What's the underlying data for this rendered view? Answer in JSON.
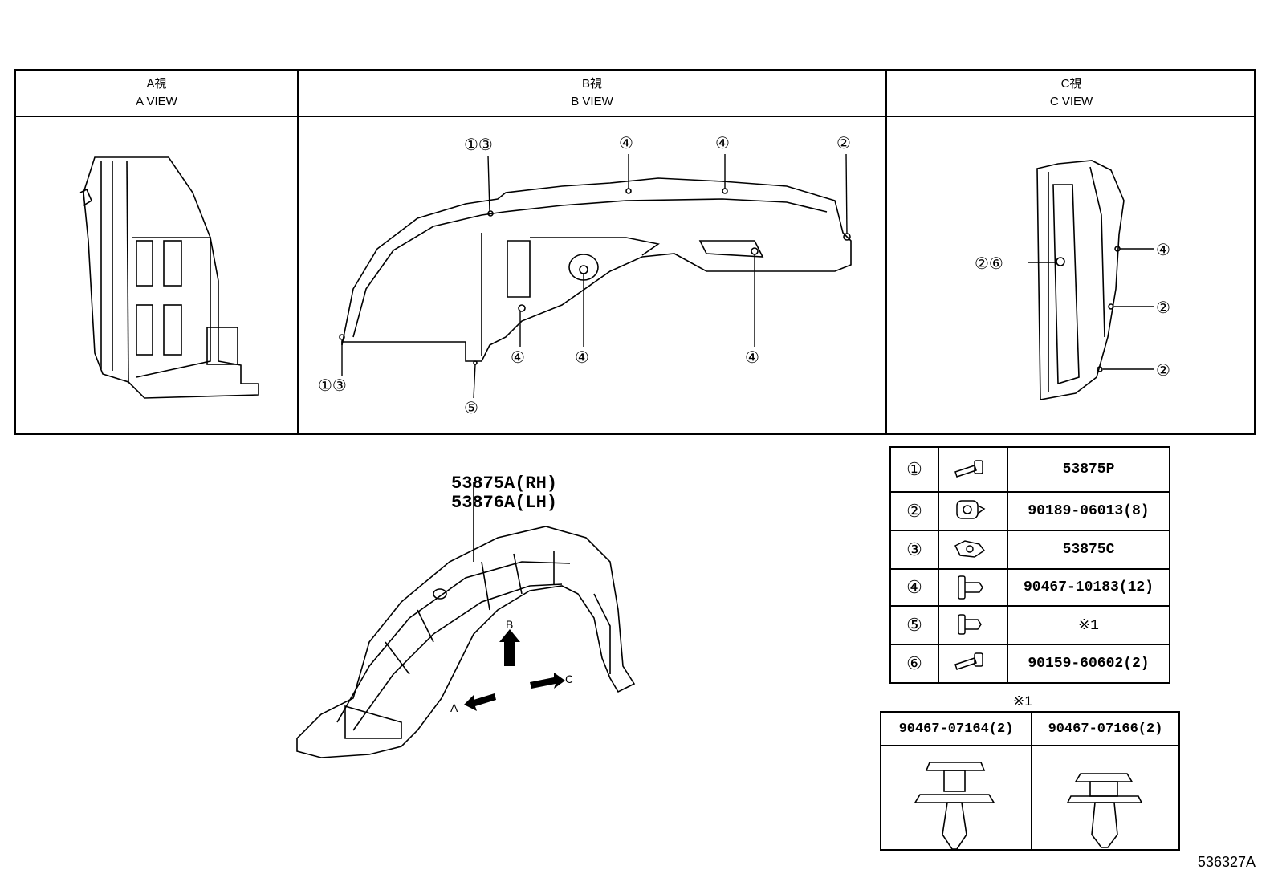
{
  "views": [
    {
      "title_jp": "A視",
      "title_en": "A VIEW"
    },
    {
      "title_jp": "B視",
      "title_en": "B VIEW"
    },
    {
      "title_jp": "C視",
      "title_en": "C VIEW"
    }
  ],
  "b_view_callouts": {
    "c13_top": "①③",
    "c4_a": "④",
    "c4_b": "④",
    "c2": "②",
    "c13_left": "①③",
    "c5": "⑤",
    "c4_c": "④",
    "c4_d": "④",
    "c4_e": "④"
  },
  "c_view_callouts": {
    "c26": "②⑥",
    "c4": "④",
    "c2_a": "②",
    "c2_b": "②"
  },
  "main_part": {
    "rh": "53875A(RH)",
    "lh": "53876A(LH)",
    "arrow_a": "A",
    "arrow_b": "B",
    "arrow_c": "C"
  },
  "parts_table": [
    {
      "num": "①",
      "icon": "bolt-icon",
      "part": "53875P"
    },
    {
      "num": "②",
      "icon": "nut-icon",
      "part": "90189-06013(8)"
    },
    {
      "num": "③",
      "icon": "spring-nut-icon",
      "part": "53875C"
    },
    {
      "num": "④",
      "icon": "clip-icon",
      "part": "90467-10183(12)"
    },
    {
      "num": "⑤",
      "icon": "clip-small-icon",
      "part": "※1"
    },
    {
      "num": "⑥",
      "icon": "bolt-icon",
      "part": "90159-60602(2)"
    }
  ],
  "note": {
    "mark": "※1",
    "clips": [
      "90467-07164(2)",
      "90467-07166(2)"
    ]
  },
  "ref_code": "536327A"
}
